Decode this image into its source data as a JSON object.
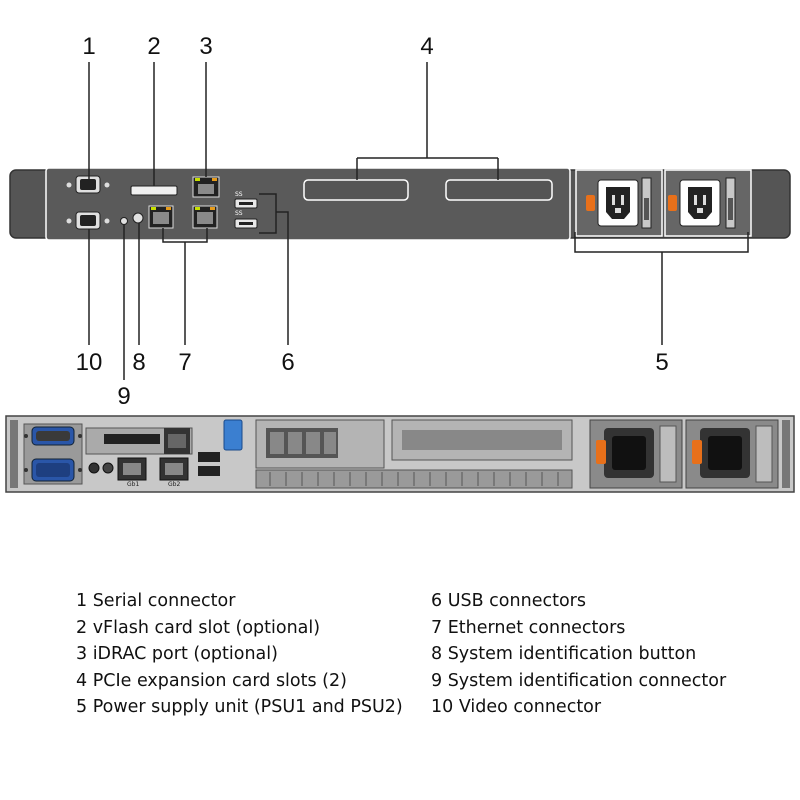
{
  "callouts": {
    "c1": "1",
    "c2": "2",
    "c3": "3",
    "c4": "4",
    "c5": "5",
    "c6": "6",
    "c7": "7",
    "c8": "8",
    "c9": "9",
    "c10": "10"
  },
  "legend": {
    "left": [
      "1 Serial connector",
      "2 vFlash card slot (optional)",
      "3 iDRAC port (optional)",
      "4 PCIe expansion card slots (2)",
      "5 Power supply unit (PSU1 and PSU2)"
    ],
    "right": [
      "6 USB connectors",
      "7 Ethernet connectors",
      "8 System identification button",
      "9 System identification connector",
      "10 Video connector"
    ]
  },
  "port_labels": {
    "gb1": "Gb1",
    "gb2": "Gb2",
    "usb_logo_top": "SS",
    "usb_logo_bottom": "SS"
  },
  "colors": {
    "panel_dark": "#555555",
    "panel_light": "#c8c8c8",
    "psu_orange": "#e8701a",
    "serial_blue": "#2a56a8",
    "rack_blue": "#3b7fd0"
  }
}
